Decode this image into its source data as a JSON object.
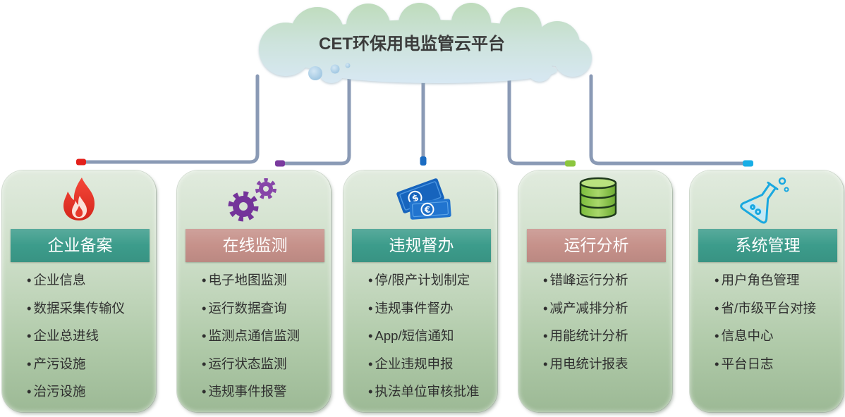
{
  "platform": {
    "title": "CET环保用电监管云平台"
  },
  "connector_color": "#8a9ab5",
  "modules": [
    {
      "title": "企业备案",
      "icon": "fire-icon",
      "header_color": "#3c9c8b",
      "marker_color": "#e3201b",
      "items": [
        "企业信息",
        "数据采集传输仪",
        "企业总进线",
        "产污设施",
        "治污设施"
      ]
    },
    {
      "title": "在线监测",
      "icon": "gears-icon",
      "header_color": "#c6918a",
      "marker_color": "#7a3a9e",
      "items": [
        "电子地图监测",
        "运行数据查询",
        "监测点通信监测",
        "运行状态监测",
        "违规事件报警"
      ]
    },
    {
      "title": "违规督办",
      "icon": "money-icon",
      "icon_glyphs": [
        "$",
        "€"
      ],
      "header_color": "#3c9c8b",
      "marker_color": "#1b6cc2",
      "items": [
        "停/限产计划制定",
        "违规事件督办",
        "App/短信通知",
        "企业违规申报",
        "执法单位审核批准"
      ]
    },
    {
      "title": "运行分析",
      "icon": "database-icon",
      "header_color": "#c6918a",
      "marker_color": "#8cc63f",
      "items": [
        "错峰运行分析",
        "减产减排分析",
        "用能统计分析",
        "用电统计报表"
      ]
    },
    {
      "title": "系统管理",
      "icon": "flask-icon",
      "header_color": "#3c9c8b",
      "marker_color": "#19aee6",
      "items": [
        "用户角色管理",
        "省/市级平台对接",
        "信息中心",
        "平台日志"
      ]
    }
  ]
}
